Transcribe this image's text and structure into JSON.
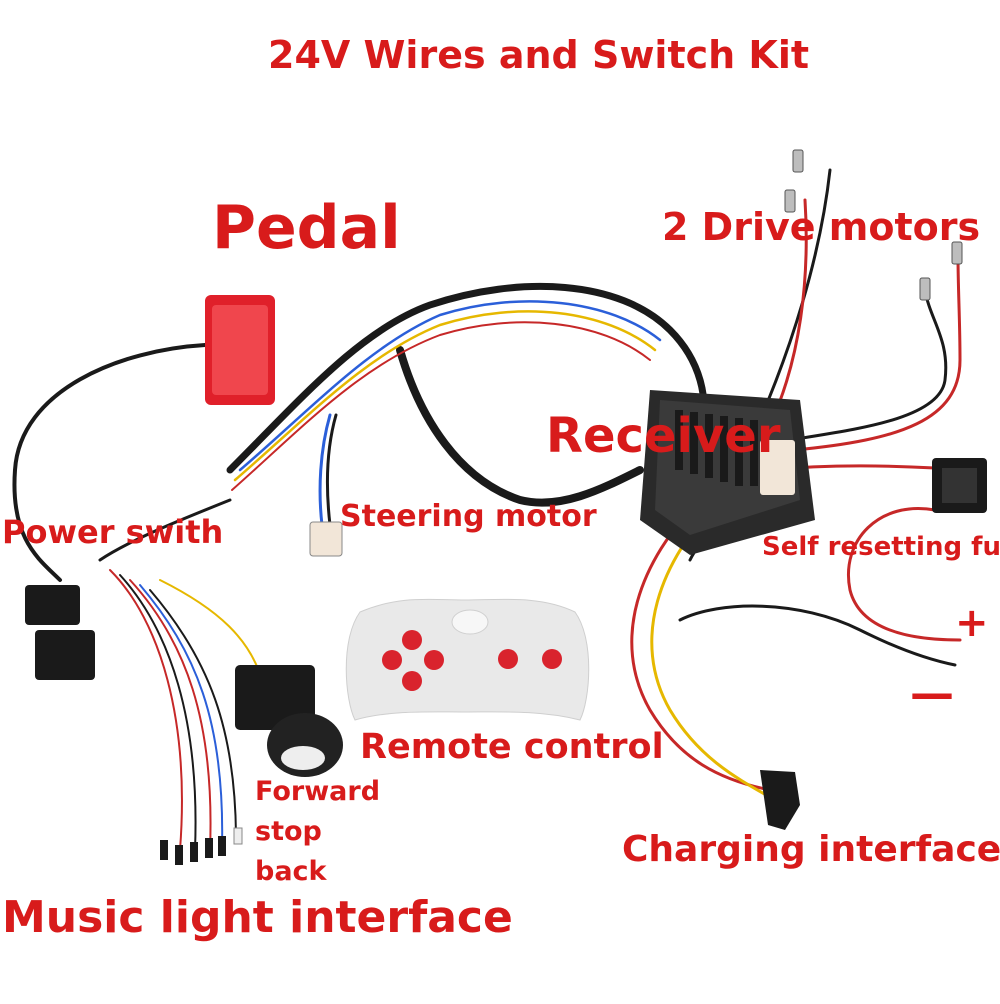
{
  "title": "24V Wires and Switch Kit",
  "labels": {
    "pedal": "Pedal",
    "drive_motors": "2 Drive motors",
    "receiver": "Receiver",
    "power_switch": "Power swith",
    "steering_motor": "Steering motor",
    "self_resetting_fuse": "Self resetting fus",
    "plus": "+",
    "minus": "—",
    "remote_control": "Remote control",
    "forward_stop_back": "Forward\nstop\nback",
    "charging_interface": "Charging interface",
    "music_light_interface": "Music light interface"
  },
  "colors": {
    "label_red": "#d81b1b",
    "wire_black": "#1a1a1a",
    "wire_red": "#c62828",
    "wire_yellow": "#e6b800",
    "wire_blue": "#2b5fd9",
    "pedal_red": "#e0202a",
    "receiver_body": "#2a2a2a",
    "remote_body": "#e9e9e9",
    "remote_buttons": "#d9232d"
  }
}
